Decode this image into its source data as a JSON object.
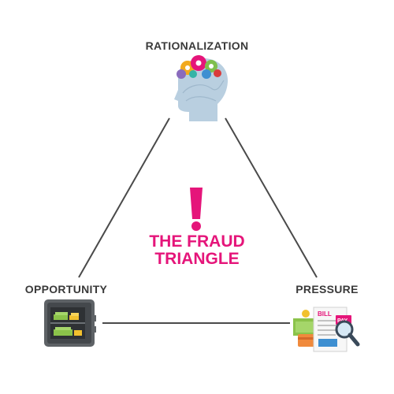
{
  "vertices": {
    "top": {
      "label": "RATIONALIZATION",
      "icon": "head-with-gears-icon"
    },
    "left": {
      "label": "OPPORTUNITY",
      "icon": "safe-with-money-icon"
    },
    "right": {
      "label": "PRESSURE",
      "icon": "bills-with-magnifier-icon"
    }
  },
  "center": {
    "line1": "THE FRAUD",
    "line2": "TRIANGLE",
    "mark_icon": "exclamation-icon"
  },
  "bill_text": "BILL",
  "pay_text": "PAY",
  "colors": {
    "accent": "#e5157a",
    "label": "#3a3a3a",
    "line": "#4a4a4a",
    "head": "#b9cfe0"
  }
}
